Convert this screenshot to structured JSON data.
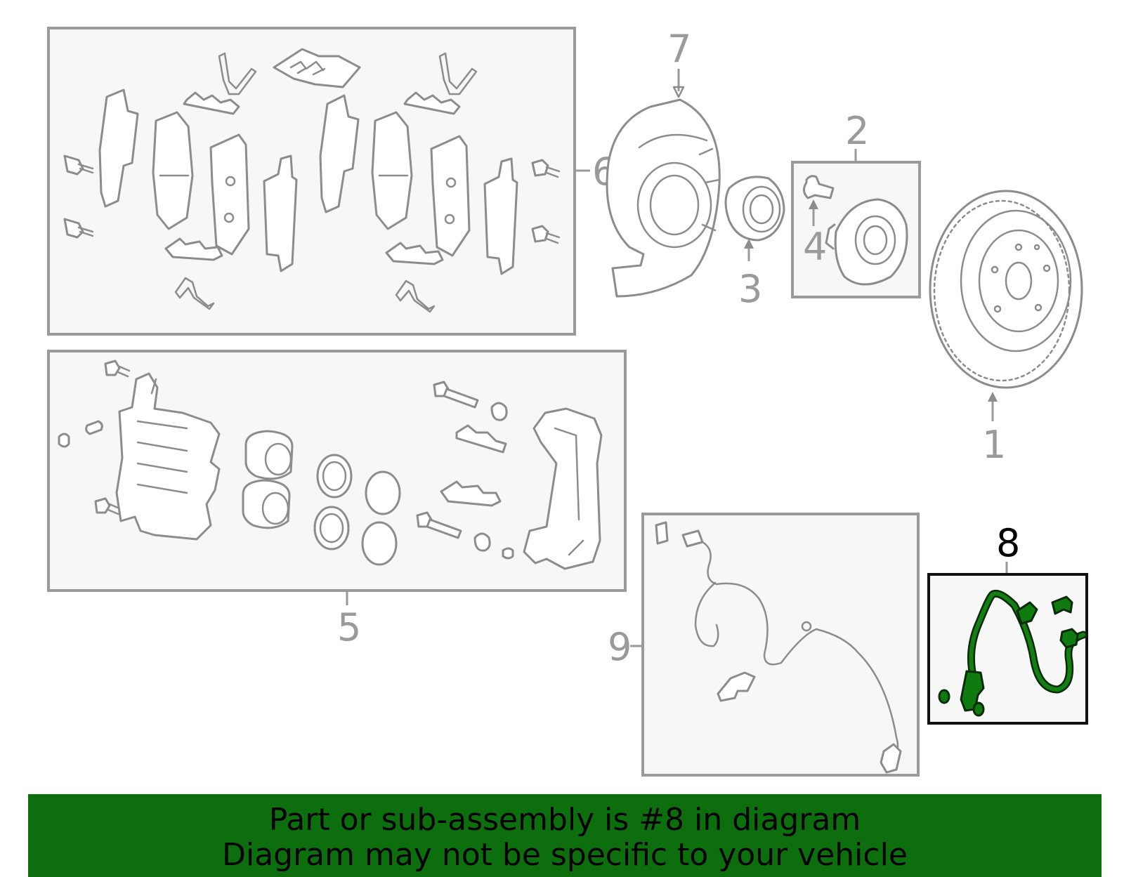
{
  "callouts": {
    "c1": "1",
    "c2": "2",
    "c3": "3",
    "c4": "4",
    "c5": "5",
    "c6": "6",
    "c7": "7",
    "c8": "8",
    "c9": "9"
  },
  "highlight": {
    "part_number": "8",
    "color": "#0d6e0d"
  },
  "banner": {
    "line1": "Part or sub-assembly is #8 in diagram",
    "line2": "Diagram may not be specific to your vehicle"
  }
}
